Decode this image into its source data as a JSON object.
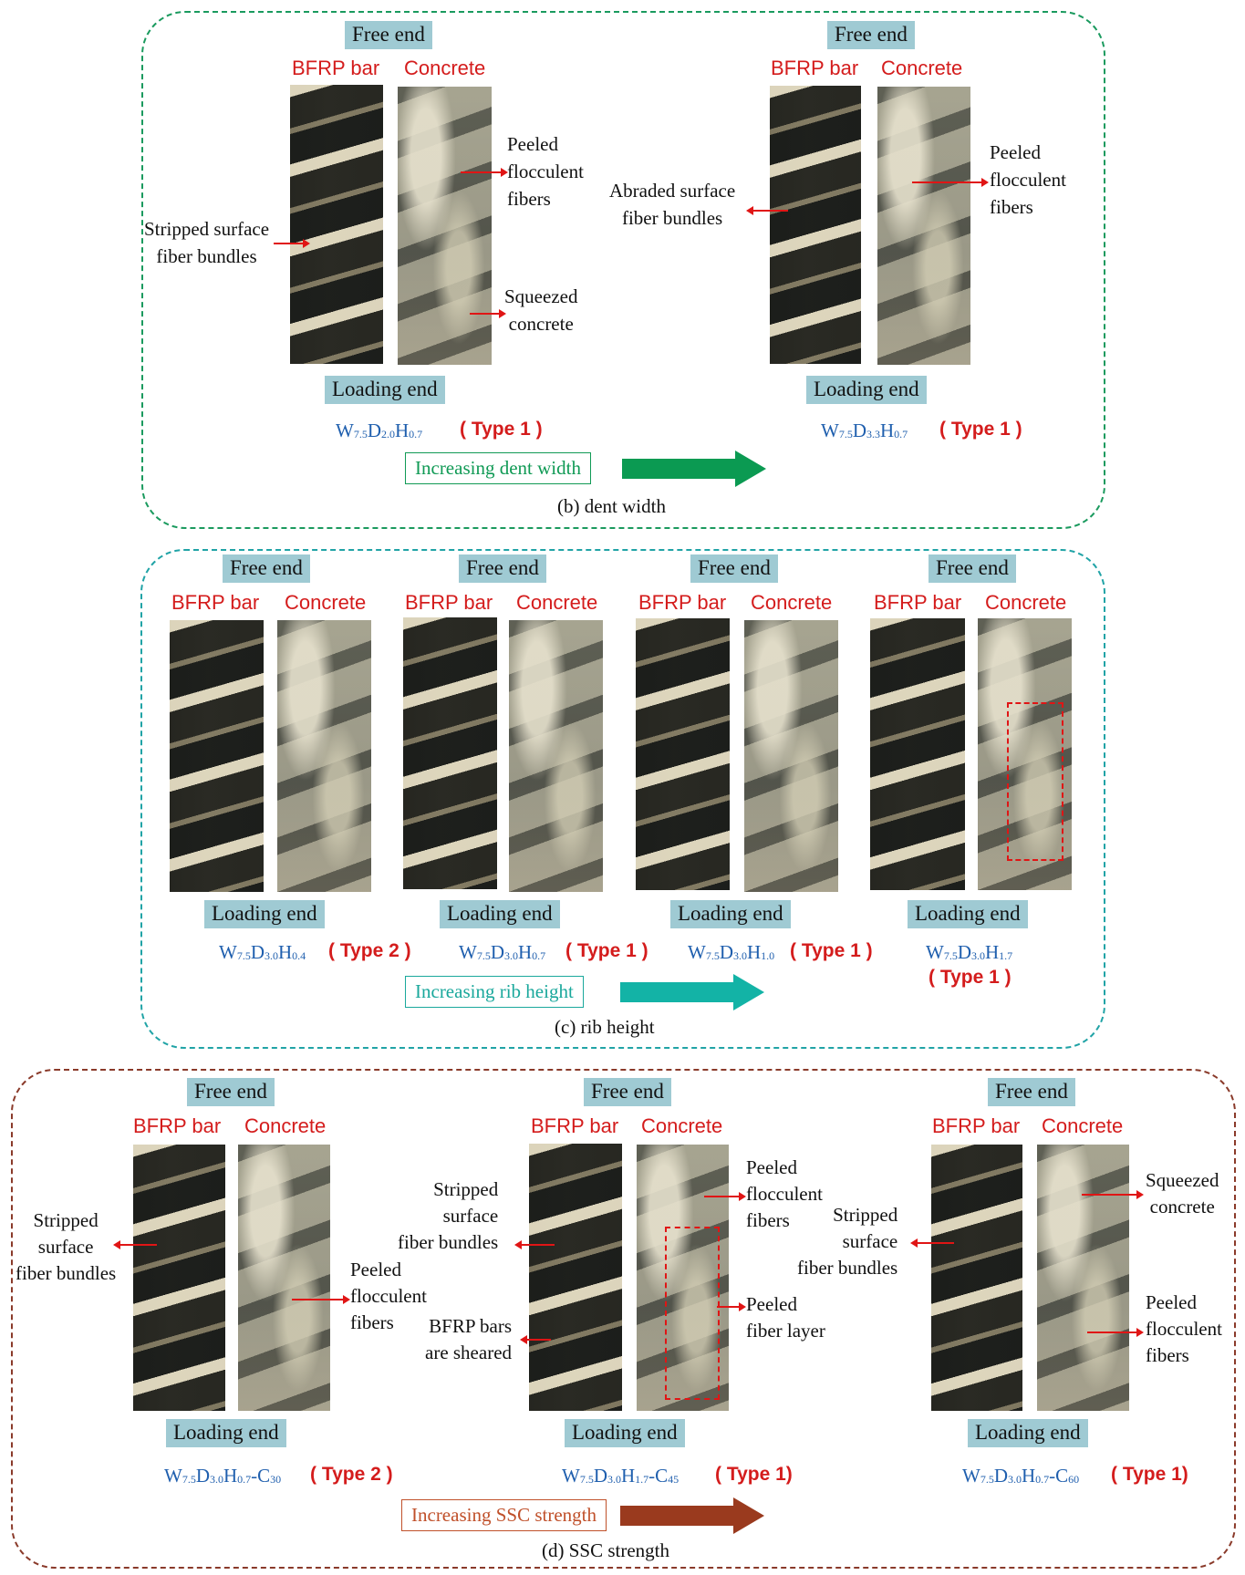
{
  "panels": {
    "b": {
      "caption": "(b) dent width",
      "trend": "Increasing dent width",
      "colors": {
        "border": "#1a9a5e",
        "arrow": "#0b9a52",
        "label": "#109a55"
      },
      "specimens": [
        {
          "spec_parts": [
            [
              "W",
              "7.5"
            ],
            [
              "D",
              "2.0"
            ],
            [
              "H",
              "0.7"
            ]
          ],
          "type": "( Type 1 )"
        },
        {
          "spec_parts": [
            [
              "W",
              "7.5"
            ],
            [
              "D",
              "3.3"
            ],
            [
              "H",
              "0.7"
            ]
          ],
          "type": "( Type 1 )"
        }
      ],
      "annotations": [
        "Peeled\nflocculent\nfibers",
        "Stripped surface\nfiber bundles",
        "Squeezed\nconcrete",
        "Abraded surface\nfiber bundles",
        "Peeled\nflocculent\nfibers"
      ]
    },
    "c": {
      "caption": "(c) rib height",
      "trend": "Increasing rib height",
      "colors": {
        "border": "#20a3a6",
        "arrow": "#13b3a6",
        "label": "#1aa89c"
      },
      "specimens": [
        {
          "spec_parts": [
            [
              "W",
              "7.5"
            ],
            [
              "D",
              "3.0"
            ],
            [
              "H",
              "0.4"
            ]
          ],
          "type": "( Type 2 )"
        },
        {
          "spec_parts": [
            [
              "W",
              "7.5"
            ],
            [
              "D",
              "3.0"
            ],
            [
              "H",
              "0.7"
            ]
          ],
          "type": "( Type 1 )"
        },
        {
          "spec_parts": [
            [
              "W",
              "7.5"
            ],
            [
              "D",
              "3.0"
            ],
            [
              "H",
              "1.0"
            ]
          ],
          "type": "( Type 1 )"
        },
        {
          "spec_parts": [
            [
              "W",
              "7.5"
            ],
            [
              "D",
              "3.0"
            ],
            [
              "H",
              "1.7"
            ]
          ],
          "type": "( Type 1 )"
        }
      ]
    },
    "d": {
      "caption": "(d) SSC strength",
      "trend": "Increasing SSC strength",
      "colors": {
        "border": "#8a3a2a",
        "arrow": "#9a3a1e",
        "label": "#c0502a"
      },
      "specimens": [
        {
          "spec": "W7.5D3.0H0.7-C30",
          "type": "( Type 2 )"
        },
        {
          "spec": "W7.5D3.0H1.7-C45",
          "type": "( Type 1)"
        },
        {
          "spec": "W7.5D3.0H0.7-C60",
          "type": "( Type 1)"
        }
      ],
      "annotations": [
        "Stripped\nsurface\nfiber bundles",
        "Peeled\nflocculent\nfibers",
        "Stripped\nsurface\nfiber bundles",
        "Peeled\nflocculent\nfibers",
        "BFRP bars\nare sheared",
        "Peeled\nfiber layer",
        "Stripped\nsurface\nfiber bundles",
        "Squeezed\nconcrete",
        "Peeled\nflocculent\nfibers"
      ]
    }
  },
  "labels": {
    "free_end": "Free end",
    "loading_end": "Loading end",
    "bfrp": "BFRP bar",
    "concrete": "Concrete"
  },
  "specs_text": {
    "b0": {
      "W": "W",
      "w": "7.5",
      "D": "D",
      "d": "2.0",
      "H": "H",
      "h": "0.7"
    },
    "b1": {
      "W": "W",
      "w": "7.5",
      "D": "D",
      "d": "3.3",
      "H": "H",
      "h": "0.7"
    },
    "c0": {
      "W": "W",
      "w": "7.5",
      "D": "D",
      "d": "3.0",
      "H": "H",
      "h": "0.4"
    },
    "c1": {
      "W": "W",
      "w": "7.5",
      "D": "D",
      "d": "3.0",
      "H": "H",
      "h": "0.7"
    },
    "c2": {
      "W": "W",
      "w": "7.5",
      "D": "D",
      "d": "3.0",
      "H": "H",
      "h": "1.0"
    },
    "c3": {
      "W": "W",
      "w": "7.5",
      "D": "D",
      "d": "3.0",
      "H": "H",
      "h": "1.7"
    },
    "d0": {
      "W": "W",
      "w": "7.5",
      "D": "D",
      "d": "3.0",
      "H": "H",
      "h": "0.7",
      "C": "-C",
      "c": "30"
    },
    "d1": {
      "W": "W",
      "w": "7.5",
      "D": "D",
      "d": "3.0",
      "H": "H",
      "h": "1.7",
      "C": "-C",
      "c": "45"
    },
    "d2": {
      "W": "W",
      "w": "7.5",
      "D": "D",
      "d": "3.0",
      "H": "H",
      "h": "0.7",
      "C": "-C",
      "c": "60"
    }
  },
  "ann": {
    "b_peeled1": [
      "Peeled",
      "flocculent",
      "fibers"
    ],
    "b_stripped": [
      "Stripped surface",
      "fiber bundles"
    ],
    "b_squeezed": [
      "Squeezed",
      "concrete"
    ],
    "b_abraded": [
      "Abraded surface",
      "fiber bundles"
    ],
    "b_peeled2": [
      "Peeled",
      "flocculent",
      "fibers"
    ],
    "d_stripped1": [
      "Stripped",
      "surface",
      "fiber bundles"
    ],
    "d_peeled1": [
      "Peeled",
      "flocculent",
      "fibers"
    ],
    "d_stripped2": [
      "Stripped",
      "surface",
      "fiber bundles"
    ],
    "d_peeled2": [
      "Peeled",
      "flocculent",
      "fibers"
    ],
    "d_sheared": [
      "BFRP bars",
      "are sheared"
    ],
    "d_layer": [
      "Peeled",
      "fiber layer"
    ],
    "d_stripped3": [
      "Stripped",
      "surface",
      "fiber bundles"
    ],
    "d_squeezed": [
      "Squeezed",
      "concrete"
    ],
    "d_peeled3": [
      "Peeled",
      "flocculent",
      "fibers"
    ]
  },
  "types": {
    "b0": "( Type 1 )",
    "b1": "( Type 1 )",
    "c0": "( Type 2 )",
    "c1": "( Type 1 )",
    "c2": "( Type 1 )",
    "c3": "( Type 1 )",
    "d0": "( Type 2 )",
    "d1": "( Type 1)",
    "d2": "( Type 1)"
  }
}
